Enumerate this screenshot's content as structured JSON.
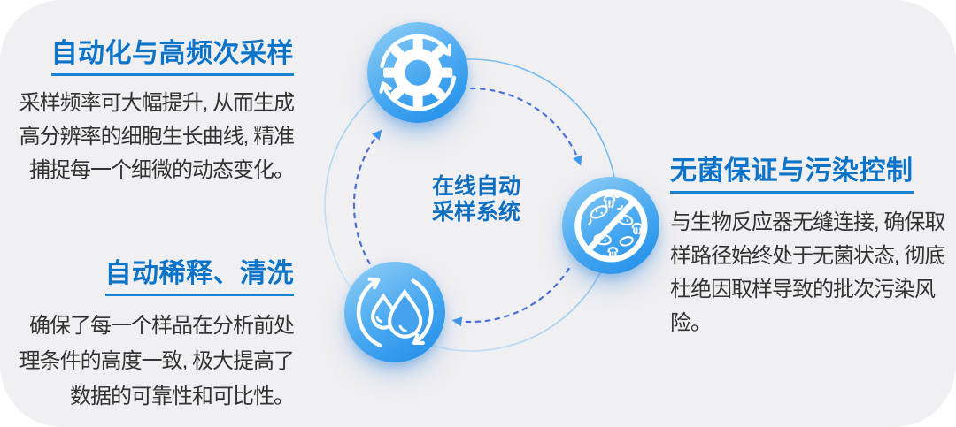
{
  "diagram": {
    "center_label_lines": [
      "在线自动",
      "采样系统"
    ],
    "cycle_icons": [
      {
        "name": "sync-gear-icon",
        "meaning": "自动化循环运行"
      },
      {
        "name": "no-microbe-icon",
        "meaning": "无菌防污染"
      },
      {
        "name": "water-drops-cycle-icon",
        "meaning": "稀释清洗循环"
      }
    ]
  },
  "features": [
    {
      "title": "自动化与高频次采样",
      "lines": [
        "采样频率可大幅提升, 从而生成",
        "高分辨率的细胞生长曲线, 精准",
        "捕捉每一个细微的动态变化。"
      ]
    },
    {
      "title": "自动稀释、清洗",
      "lines": [
        "确保了每一个样品在分析前处",
        "理条件的高度一致, 极大提高了",
        "数据的可靠性和可比性。"
      ]
    },
    {
      "title": "无菌保证与污染控制",
      "lines": [
        "与生物反应器无缝连接, 确保取",
        "样路径始终处于无菌状态, 彻底",
        "杜绝因取样导致的批次污染风",
        "险。"
      ]
    }
  ],
  "colors": {
    "title_accent": "#0b74c8",
    "title_underline": "#1683d2",
    "body_text": "#333333",
    "dash_stroke": "#4a6fdd",
    "arrowhead": "#3d97ef",
    "badge_gradient_start": "#8ccdf5",
    "badge_gradient_end": "#1d8ce8",
    "outer_ring": "#5fb0ea",
    "card_background": "#f0eff2"
  }
}
